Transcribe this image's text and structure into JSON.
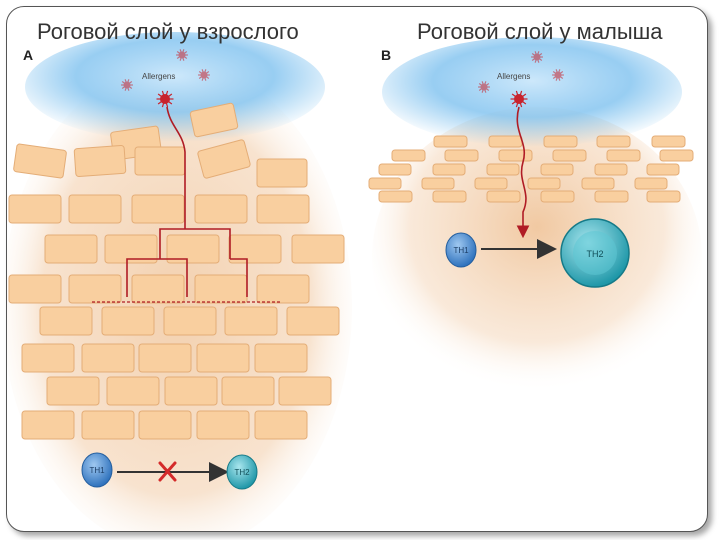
{
  "panels": [
    {
      "letter": "A",
      "title": "Роговой слой у взрослого",
      "allergen_label": "Allergens",
      "cell_from": "TH1",
      "cell_to": "TH2",
      "blocked": true
    },
    {
      "letter": "B",
      "title": "Роговой слой у малыша",
      "allergen_label": "Allergens",
      "cell_from": "TH1",
      "cell_to": "TH2",
      "blocked": false
    }
  ],
  "colors": {
    "brick_fill": "#f9cf9f",
    "brick_stroke": "#e4ad77",
    "sky": "#86c5f0",
    "tissue_glow": "#f4d3b4",
    "path_red": "#b01c25",
    "allergen_red": "#c8232d",
    "th1_blue": "#3d86cf",
    "th2_teal": "#3ab7c6",
    "arrow_gray": "#333333"
  }
}
